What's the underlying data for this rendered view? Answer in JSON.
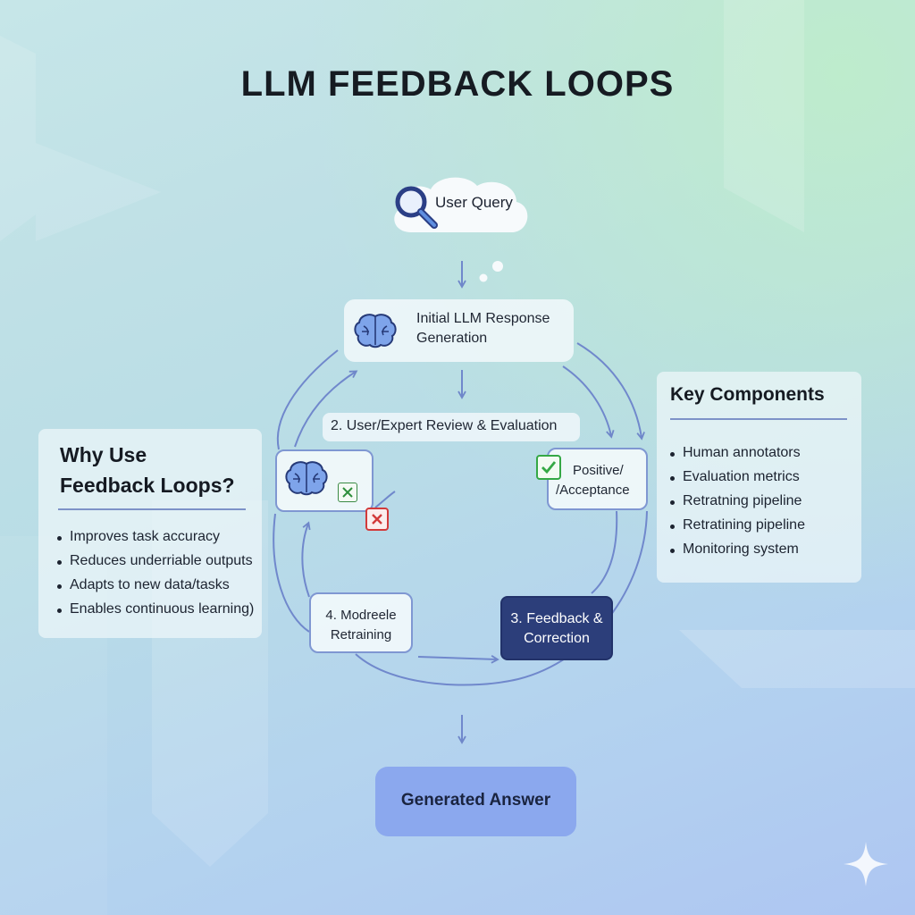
{
  "title": "LLM FEEDBACK LOOPS",
  "nodes": {
    "user_query": "User Query",
    "initial_response": [
      "Initial LLM Response",
      "Generation"
    ],
    "review": "2. User/Expert Review & Evaluation",
    "positive": [
      "Positive/",
      "/Acceptance"
    ],
    "feedback": [
      "3. Feedback &",
      "Correction"
    ],
    "retraining": [
      "4. Modreele",
      "Retraining"
    ],
    "generated_answer": "Generated Answer"
  },
  "why_panel": {
    "title": [
      "Why Use",
      "Feedback Loops?"
    ],
    "items": [
      "Improves task accuracy",
      "Reduces underriable outputs",
      "Adapts to new data/tasks",
      "Enables continuous learning)"
    ]
  },
  "key_panel": {
    "title": "Key Components",
    "items": [
      "Human annotators",
      "Evaluation metrics",
      "Retratning pipeline",
      "Retratining pipeline",
      "Monitoring system"
    ]
  },
  "icons": {
    "query": "magnifier-icon",
    "brain": "brain-icon",
    "check": "checkmark-icon",
    "cross": "cross-icon",
    "sparkle": "sparkle-icon"
  },
  "colors": {
    "accent": "#6f87c9",
    "dark_node": "#2c3e7a",
    "answer_node": "#8ba8ee",
    "check": "#35a845",
    "cross": "#d23a3a"
  }
}
